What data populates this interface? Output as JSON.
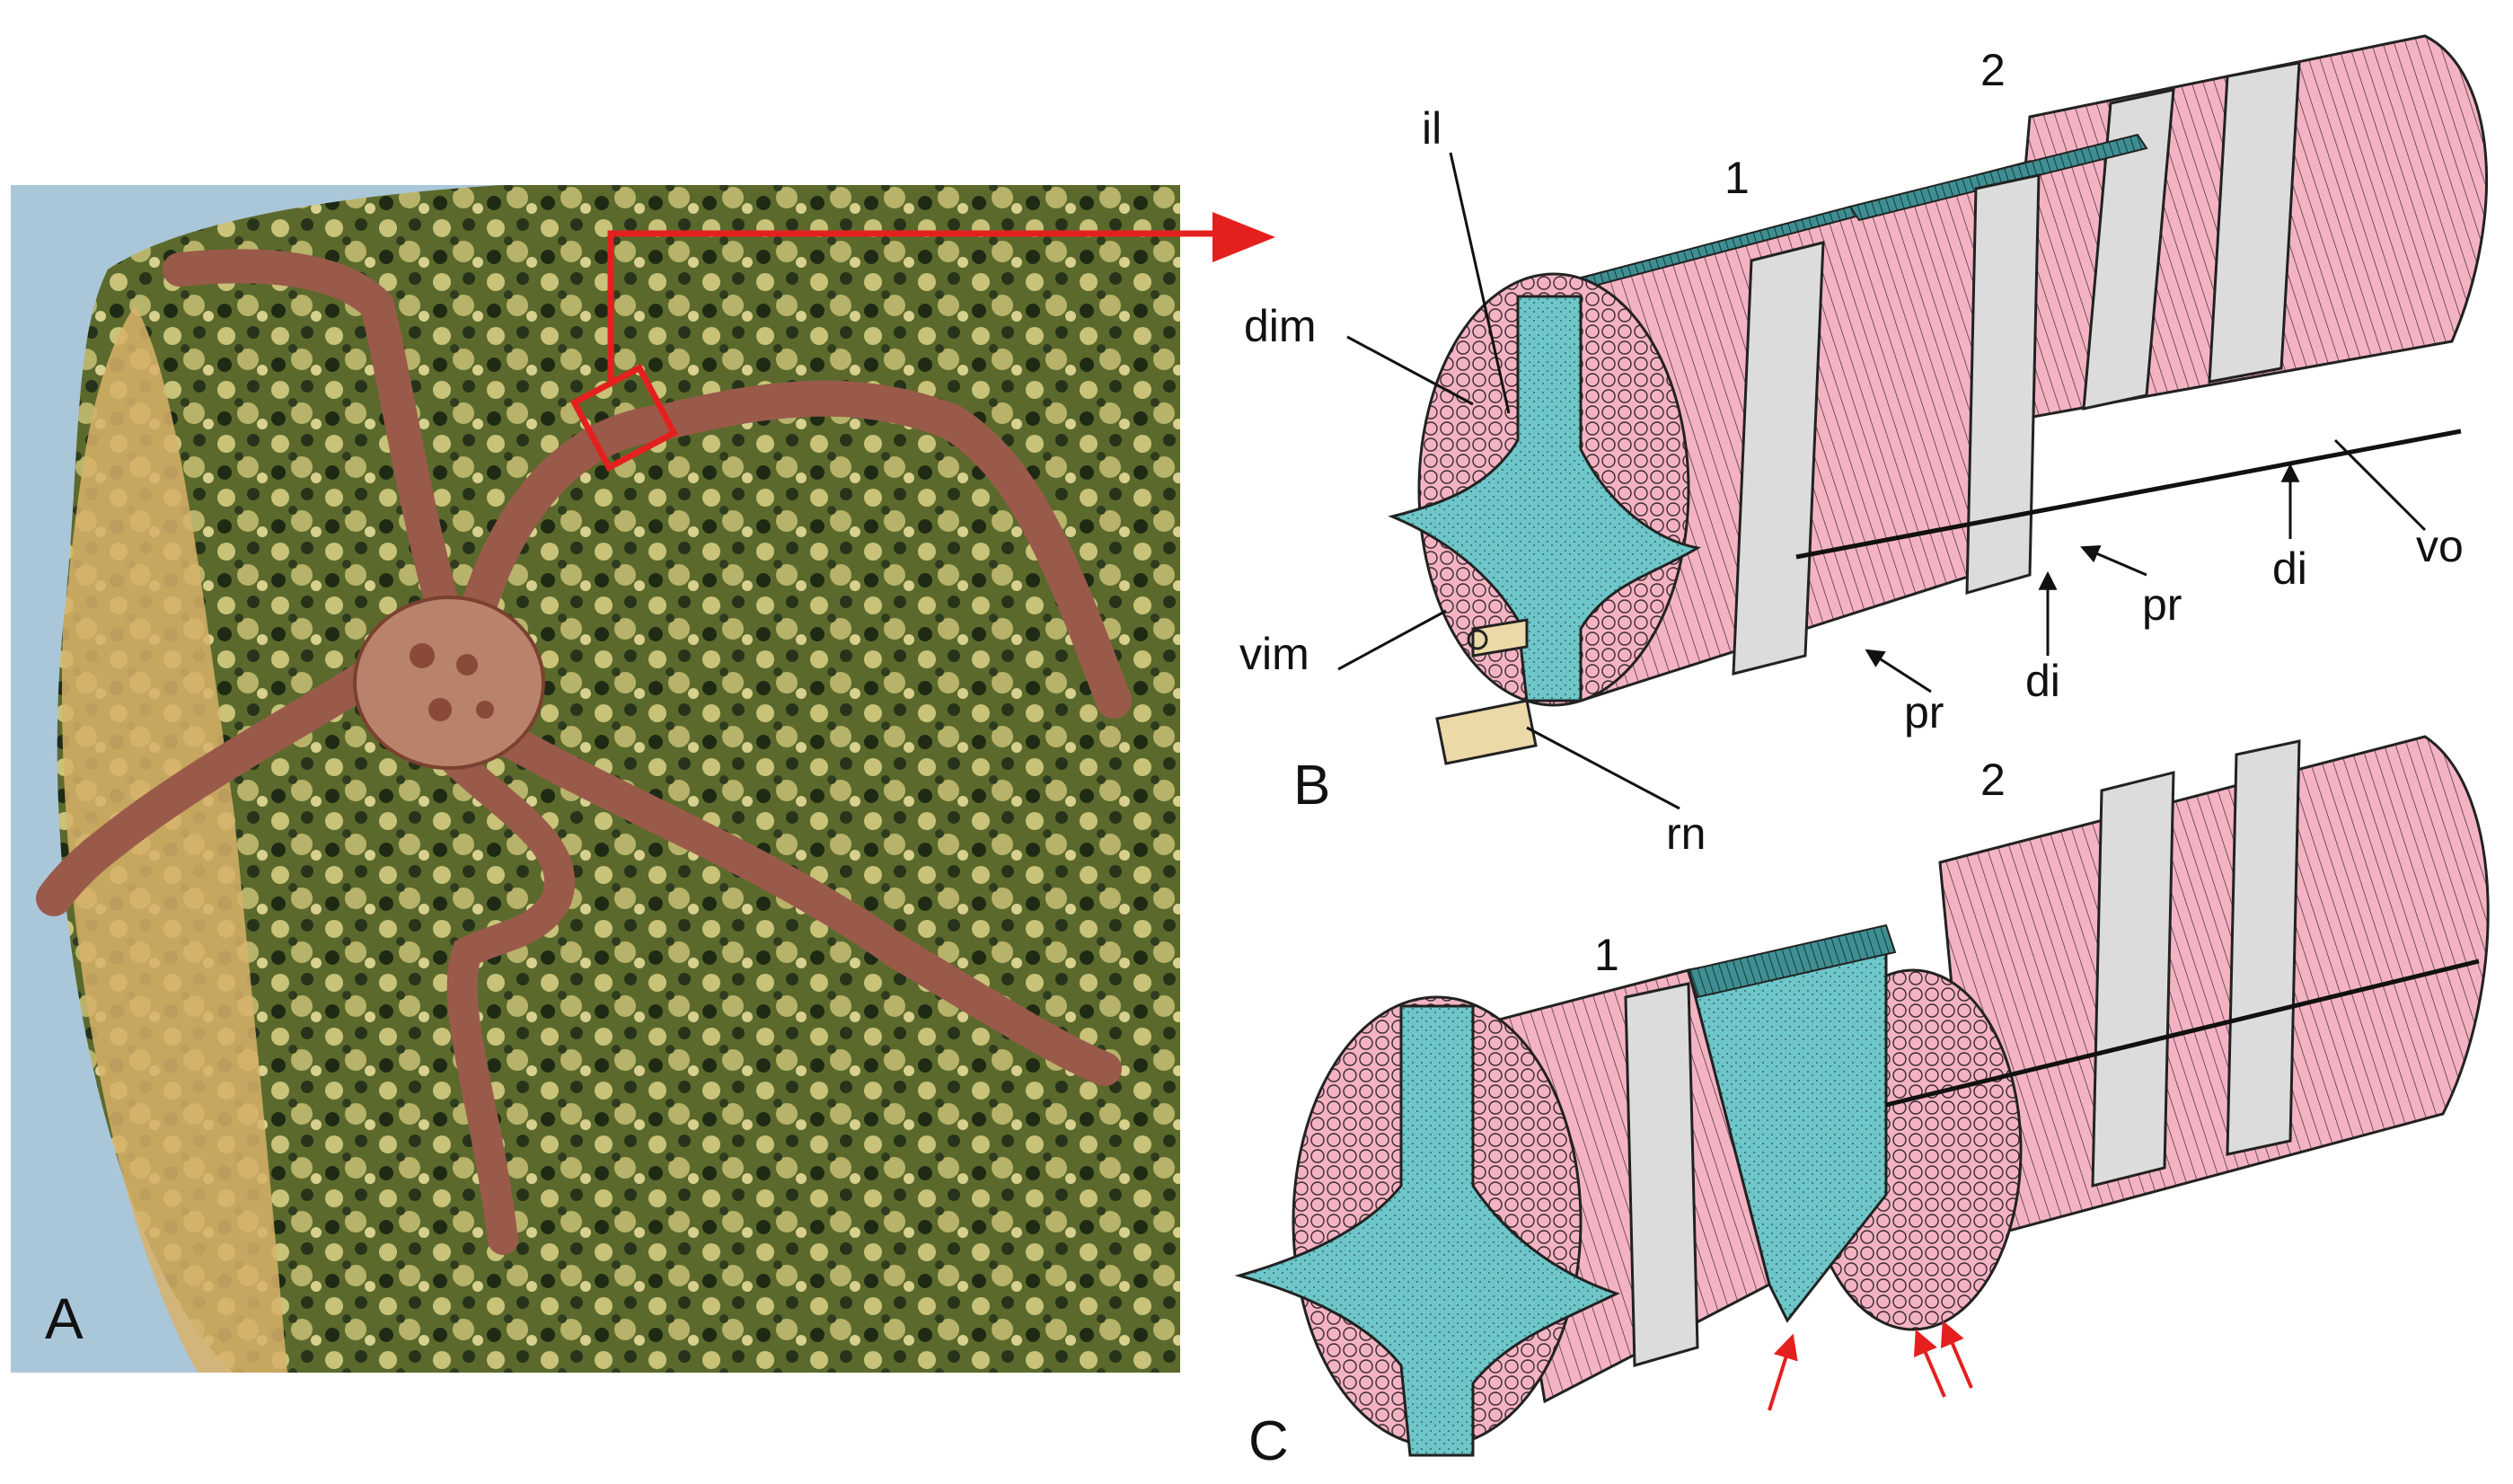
{
  "panels": {
    "a": {
      "letter": "A"
    },
    "b": {
      "letter": "B",
      "segment_1": "1",
      "segment_2": "2",
      "labels": {
        "il": "il",
        "dim": "dim",
        "vim": "vim",
        "rn": "rn",
        "pr_front": "pr",
        "pr_mid": "pr",
        "di_front": "di",
        "di_back": "di",
        "vo": "vo"
      }
    },
    "c": {
      "letter": "C",
      "segment_1": "1",
      "segment_2": "2"
    }
  },
  "colors": {
    "ossicle": "#6ec6c9",
    "ossicle_dark": "#2b6f72",
    "muscle": "#f4b3c3",
    "muscle_line": "#3a2a2e",
    "ligament_band": "#dcdcdc",
    "radial_nerve": "#ecd9a8",
    "callout": "#e4201f",
    "rock_dark": "#26331a",
    "rock_light": "#c9c37a",
    "brittle_star": "#9a5a4a",
    "brittle_star_disc": "#b9826a"
  },
  "icons": {
    "zoom_arrow": "right-arrow-icon",
    "callout_box": "square-outline-icon"
  }
}
